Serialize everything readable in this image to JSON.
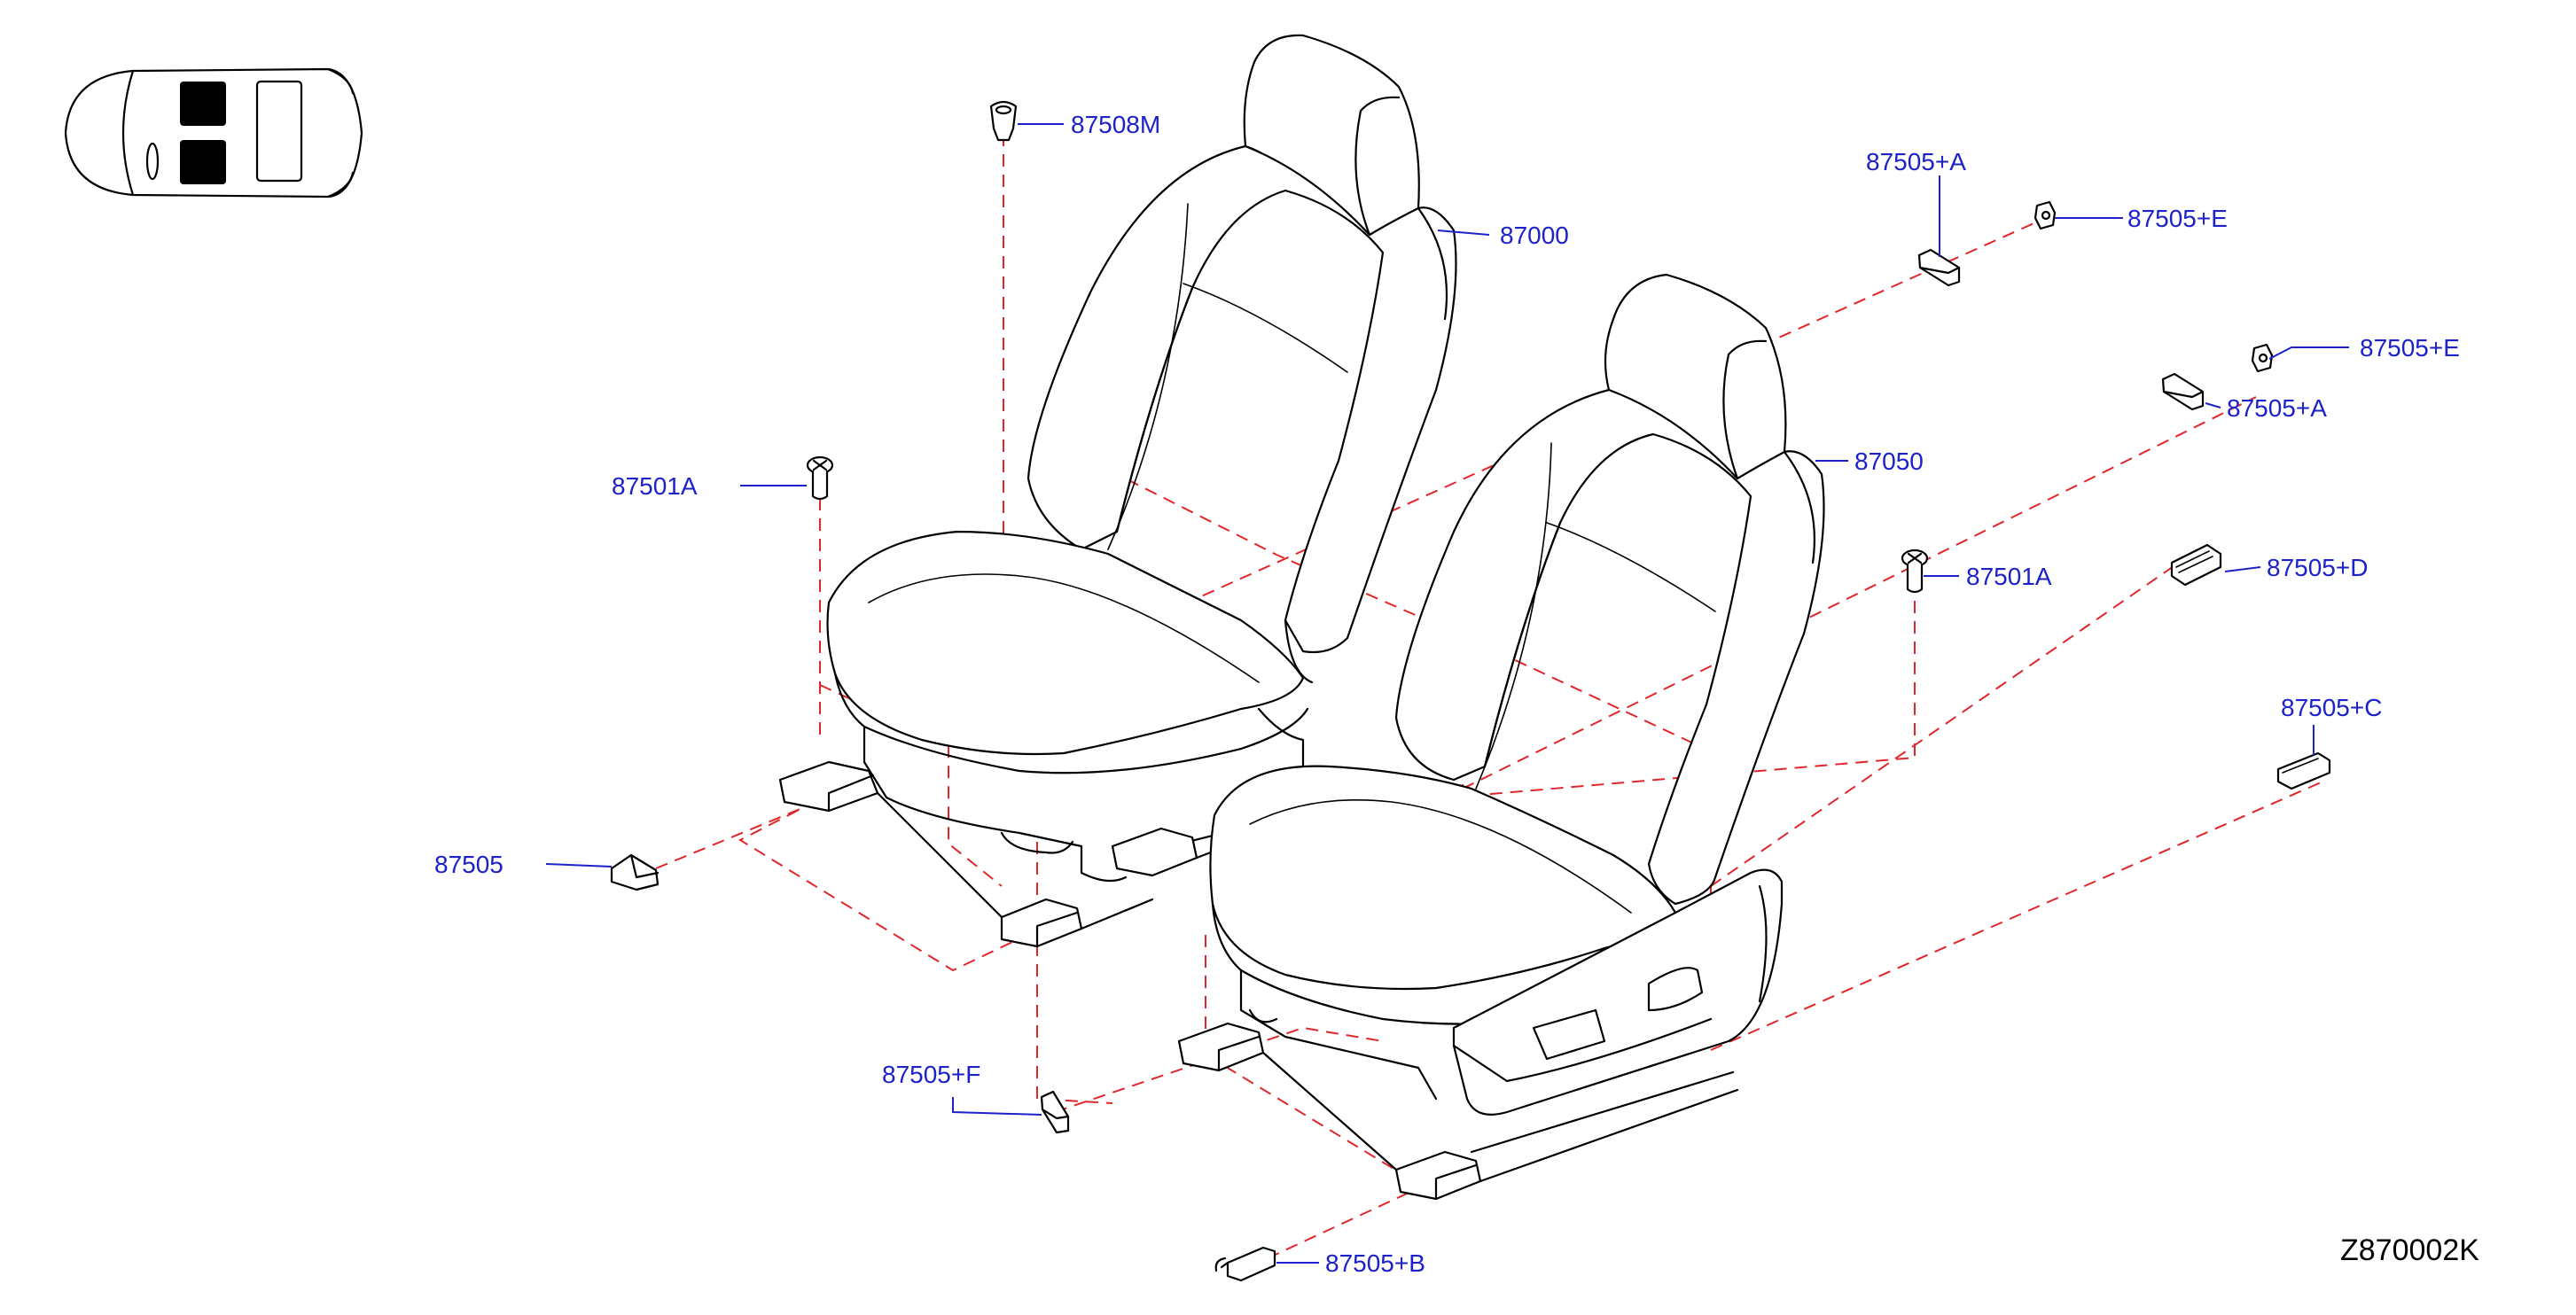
{
  "diagram": {
    "drawing_code": "Z870002K",
    "labels": {
      "seat_front_rh": "87000",
      "seat_front_lh": "87050",
      "clip_top": "87508M",
      "bolt_left": "87501A",
      "bolt_right": "87501A",
      "cover_left": "87505",
      "cover_a_top": "87505+A",
      "cover_a_right": "87505+A",
      "cover_e_top": "87505+E",
      "cover_e_right": "87505+E",
      "cover_d": "87505+D",
      "cover_c": "87505+C",
      "cover_f": "87505+F",
      "cover_b": "87505+B"
    }
  }
}
